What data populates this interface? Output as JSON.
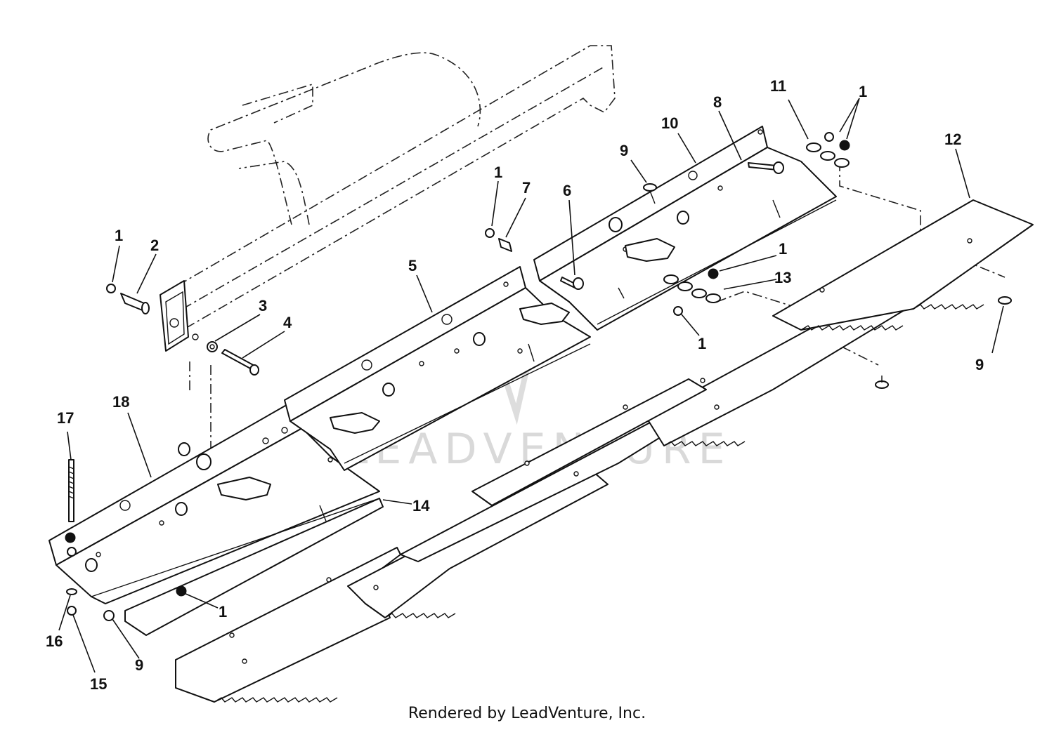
{
  "watermark": "LEADVENTURE",
  "footer": {
    "credit": "Rendered by LeadVenture, Inc."
  },
  "colors": {
    "ink": "#111111",
    "watermark": "#d9d9d9",
    "background": "#ffffff"
  },
  "callouts": [
    {
      "id": "c1a",
      "label": "1"
    },
    {
      "id": "c2",
      "label": "2"
    },
    {
      "id": "c3",
      "label": "3"
    },
    {
      "id": "c4",
      "label": "4"
    },
    {
      "id": "c5",
      "label": "5"
    },
    {
      "id": "c1b",
      "label": "1"
    },
    {
      "id": "c7",
      "label": "7"
    },
    {
      "id": "c6",
      "label": "6"
    },
    {
      "id": "c9a",
      "label": "9"
    },
    {
      "id": "c10",
      "label": "10"
    },
    {
      "id": "c8",
      "label": "8"
    },
    {
      "id": "c11",
      "label": "11"
    },
    {
      "id": "c1c",
      "label": "1"
    },
    {
      "id": "c12",
      "label": "12"
    },
    {
      "id": "c1d",
      "label": "1"
    },
    {
      "id": "c13",
      "label": "13"
    },
    {
      "id": "c1e",
      "label": "1"
    },
    {
      "id": "c9b",
      "label": "9"
    },
    {
      "id": "c17",
      "label": "17"
    },
    {
      "id": "c18",
      "label": "18"
    },
    {
      "id": "c14",
      "label": "14"
    },
    {
      "id": "c1f",
      "label": "1"
    },
    {
      "id": "c16",
      "label": "16"
    },
    {
      "id": "c9c",
      "label": "9"
    },
    {
      "id": "c15",
      "label": "15"
    }
  ]
}
